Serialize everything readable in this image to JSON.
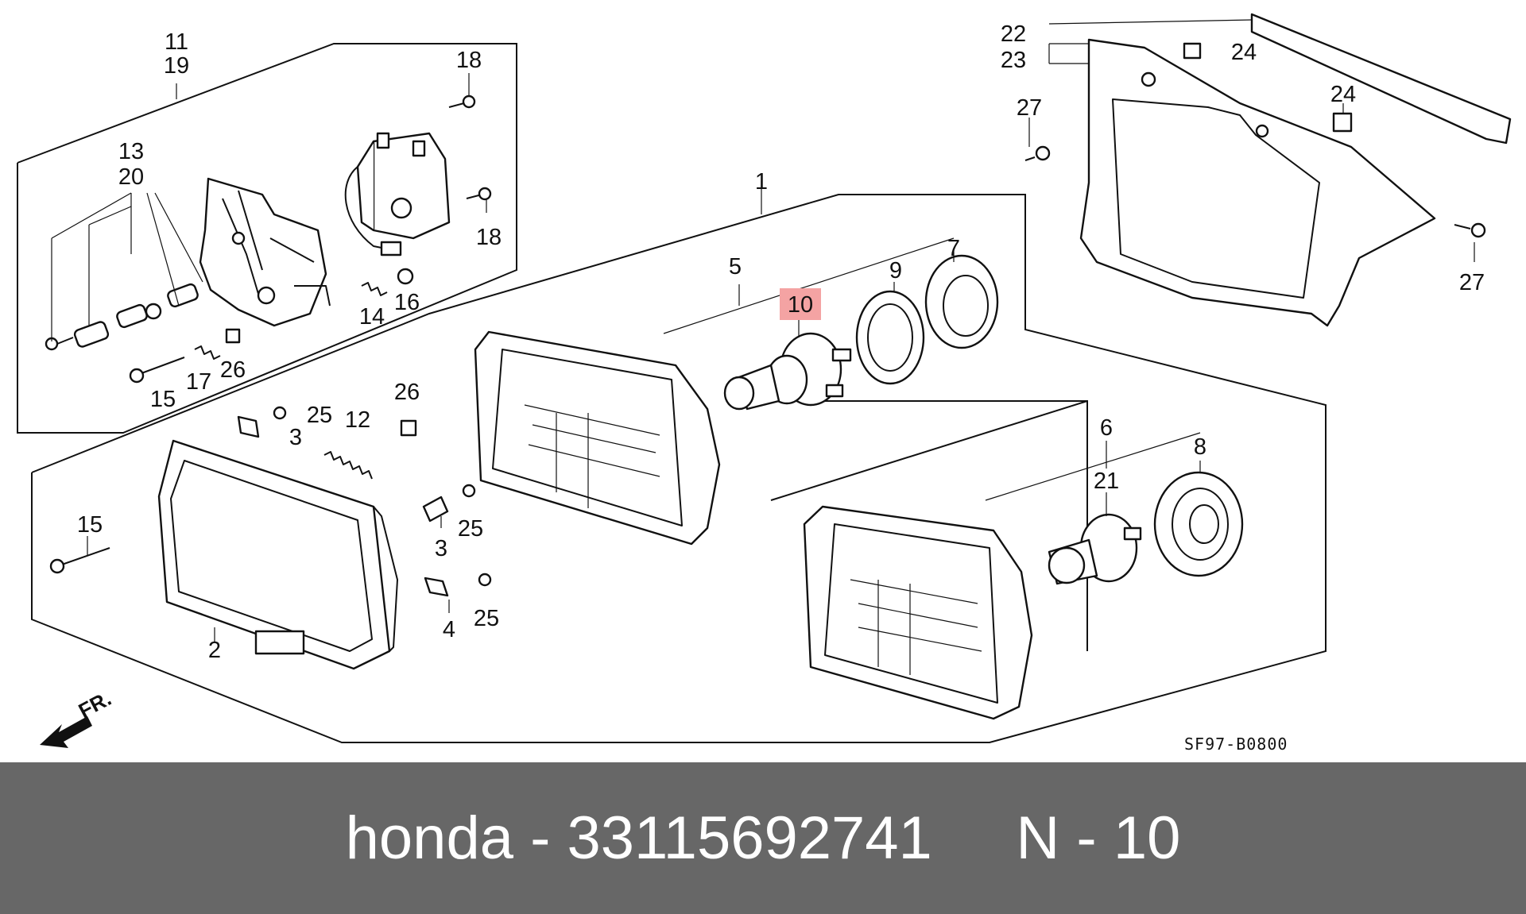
{
  "diagram": {
    "callouts": {
      "c1": "1",
      "c2": "2",
      "c3a": "3",
      "c3b": "3",
      "c4": "4",
      "c5": "5",
      "c6": "6",
      "c7": "7",
      "c8": "8",
      "c9": "9",
      "c10": "10",
      "c11": "11",
      "c19": "19",
      "c12": "12",
      "c13": "13",
      "c20": "20",
      "c14": "14",
      "c15a": "15",
      "c15b": "15",
      "c16": "16",
      "c17": "17",
      "c18a": "18",
      "c18b": "18",
      "c21": "21",
      "c22": "22",
      "c23": "23",
      "c24a": "24",
      "c24b": "24",
      "c25a": "25",
      "c25b": "25",
      "c25c": "25",
      "c26a": "26",
      "c26b": "26",
      "c27a": "27",
      "c27b": "27"
    },
    "highlighted_part": "10",
    "highlight_color": "#f4a3a3",
    "direction_label": "FR.",
    "diagram_code": "SF97-B0800"
  },
  "caption": {
    "text": "honda - 33115692741     N - 10"
  }
}
